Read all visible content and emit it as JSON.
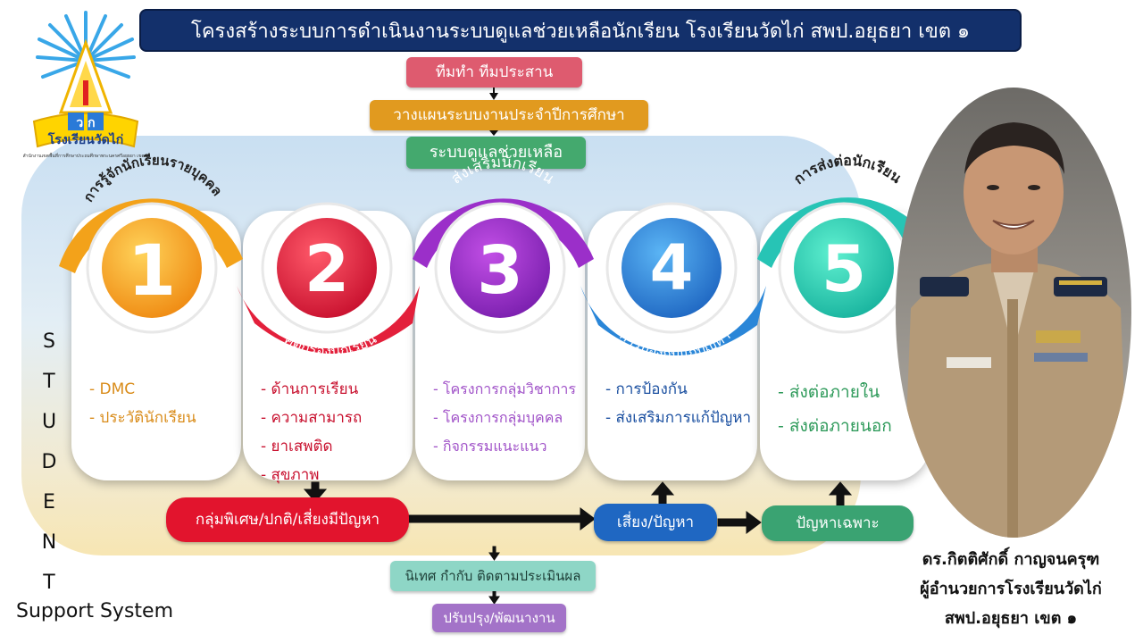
{
  "header": {
    "title": "โครงสร้างระบบการดำเนินงานระบบดูแลช่วยเหลือนักเรียน โรงเรียนวัดไก่ สพป.อยุธยา เขต ๑"
  },
  "logo": {
    "initials": "ว ก",
    "school_name": "โรงเรียนวัดไก่",
    "tagline": "สำนักงานเขตพื้นที่การศึกษาประถมศึกษาพระนครศรีอยุธยา เขต ๑"
  },
  "top_flow": {
    "team": "ทีมทำ ทีมประสาน",
    "plan": "วางแผนระบบงานประจำปีการศึกษา",
    "system": "ระบบดูแลช่วยเหลือ"
  },
  "steps": [
    {
      "number": "1",
      "title": "การรู้จักนักเรียนรายบุคคล",
      "color": "#f3a21a",
      "text_color": "#d98c1a",
      "items": [
        "- DMC",
        "- ประวัตินักเรียน"
      ]
    },
    {
      "number": "2",
      "title": "คัดกรองนักเรียน",
      "color": "#e3203b",
      "text_color": "#c8102e",
      "items": [
        "- ด้านการเรียน",
        "- ความสามารถ",
        "- ยาเสพติด",
        "- สุขภาพ"
      ]
    },
    {
      "number": "3",
      "title": "ส่งเสริมนักเรียน",
      "color": "#9b2fc9",
      "text_color": "#a052c8",
      "items": [
        "- โครงการกลุ่มวิชาการ",
        "- โครงการกลุ่มบุคคล",
        "- กิจกรรมแนะแนว"
      ]
    },
    {
      "number": "4",
      "title": "การป้องกันแก้ปัญหา",
      "color": "#2a86d8",
      "text_color": "#1a4fa0",
      "items": [
        "- การป้องกัน",
        "- ส่งเสริมการแก้ปัญหา"
      ]
    },
    {
      "number": "5",
      "title": "การส่งต่อนักเรียน",
      "color": "#27c4b5",
      "text_color": "#2e9a5a",
      "items": [
        "- ส่งต่อภายใน",
        "- ส่งต่อภายนอก"
      ]
    }
  ],
  "student_letters": [
    "S",
    "T",
    "U",
    "D",
    "E",
    "N",
    "T"
  ],
  "support_label": "Support System",
  "bottom_flow": {
    "groups": "กลุ่มพิเศษ/ปกติ/เสี่ยงมีปัญหา",
    "risk": "เสี่ยง/ปัญหา",
    "specific": "ปัญหาเฉพาะ",
    "monitor": "นิเทศ กำกับ ติดตามประเมินผล",
    "improve": "ปรับปรุง/พัฒนางาน"
  },
  "director": {
    "name": "ดร.กิตติศักดิ์ กาญจนครุฑ",
    "position": "ผู้อำนวยการโรงเรียนวัดไก่",
    "office": "สพป.อยุธยา เขต ๑"
  }
}
